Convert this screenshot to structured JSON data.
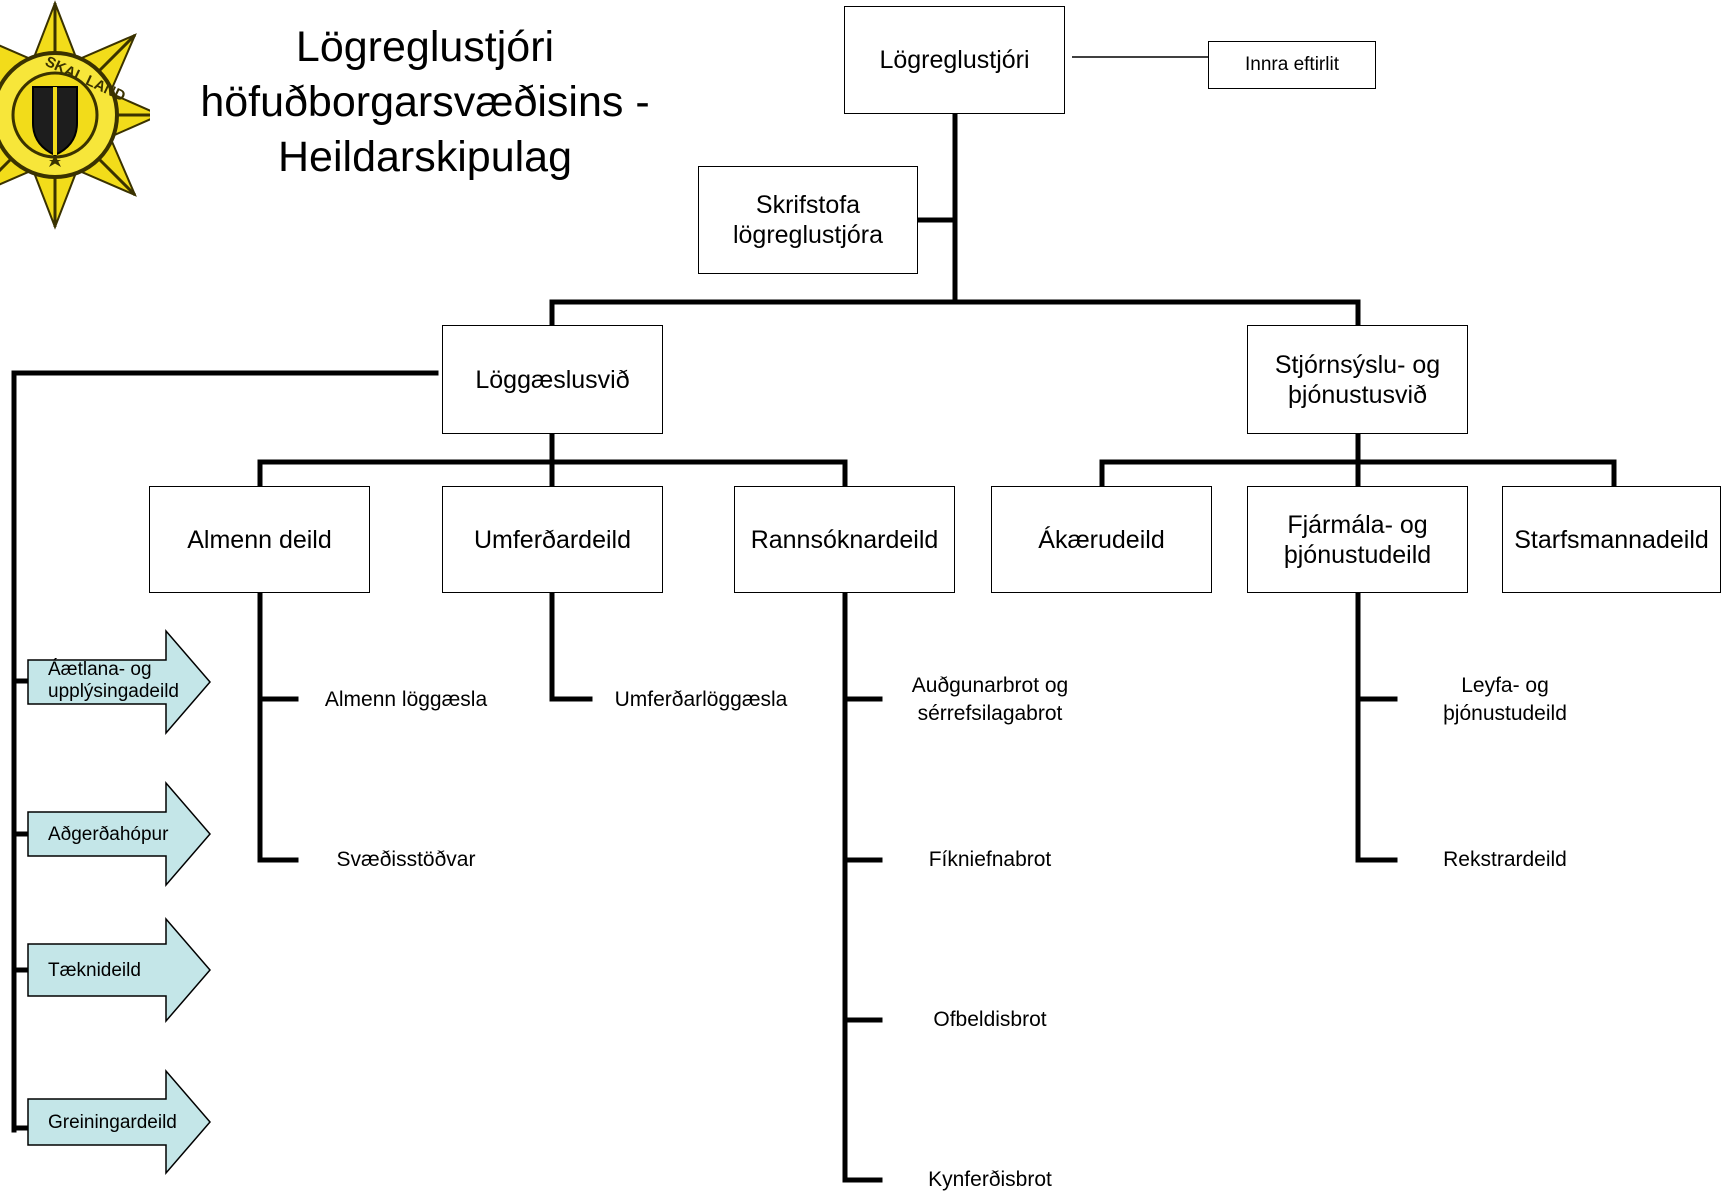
{
  "title": "Lögreglustjóri\nhöfuðborgarsvæðisins -\nHeildarskipulag",
  "logo": {
    "text": "SKAL LAND"
  },
  "nodes": {
    "chief": "Lögreglustjóri",
    "internal_audit": "Innra eftirlit",
    "office": "Skrifstofa\nlögreglustjóra",
    "law_enforcement": "Löggæslusvið",
    "admin_services": "Stjórnsýslu- og\nþjónustusvið",
    "general_dept": "Almenn deild",
    "traffic_dept": "Umferðardeild",
    "investigation_dept": "Rannsóknardeild",
    "prosecution_dept": "Ákærudeild",
    "finance_dept": "Fjármála- og\nþjónustudeild",
    "staff_dept": "Starfsmannadeild"
  },
  "subunits": {
    "general_policing": "Almenn löggæsla",
    "district_stations": "Svæðisstöðvar",
    "traffic_policing": "Umferðarlöggæsla",
    "fraud": "Auðgunarbrot og\nsérrefsilagabrot",
    "narcotics": "Fíkniefnabrot",
    "violence": "Ofbeldisbrot",
    "sexual_offences": "Kynferðisbrot",
    "licensing": "Leyfa- og\nþjónustudeild",
    "operations": "Rekstrardeild"
  },
  "arrows": [
    "Áætlana- og\nupplýsingadeild",
    "Aðgerðahópur",
    "Tæknideild",
    "Greiningardeild"
  ],
  "colors": {
    "arrow_fill": "#c4e6e8",
    "line": "#000000"
  }
}
